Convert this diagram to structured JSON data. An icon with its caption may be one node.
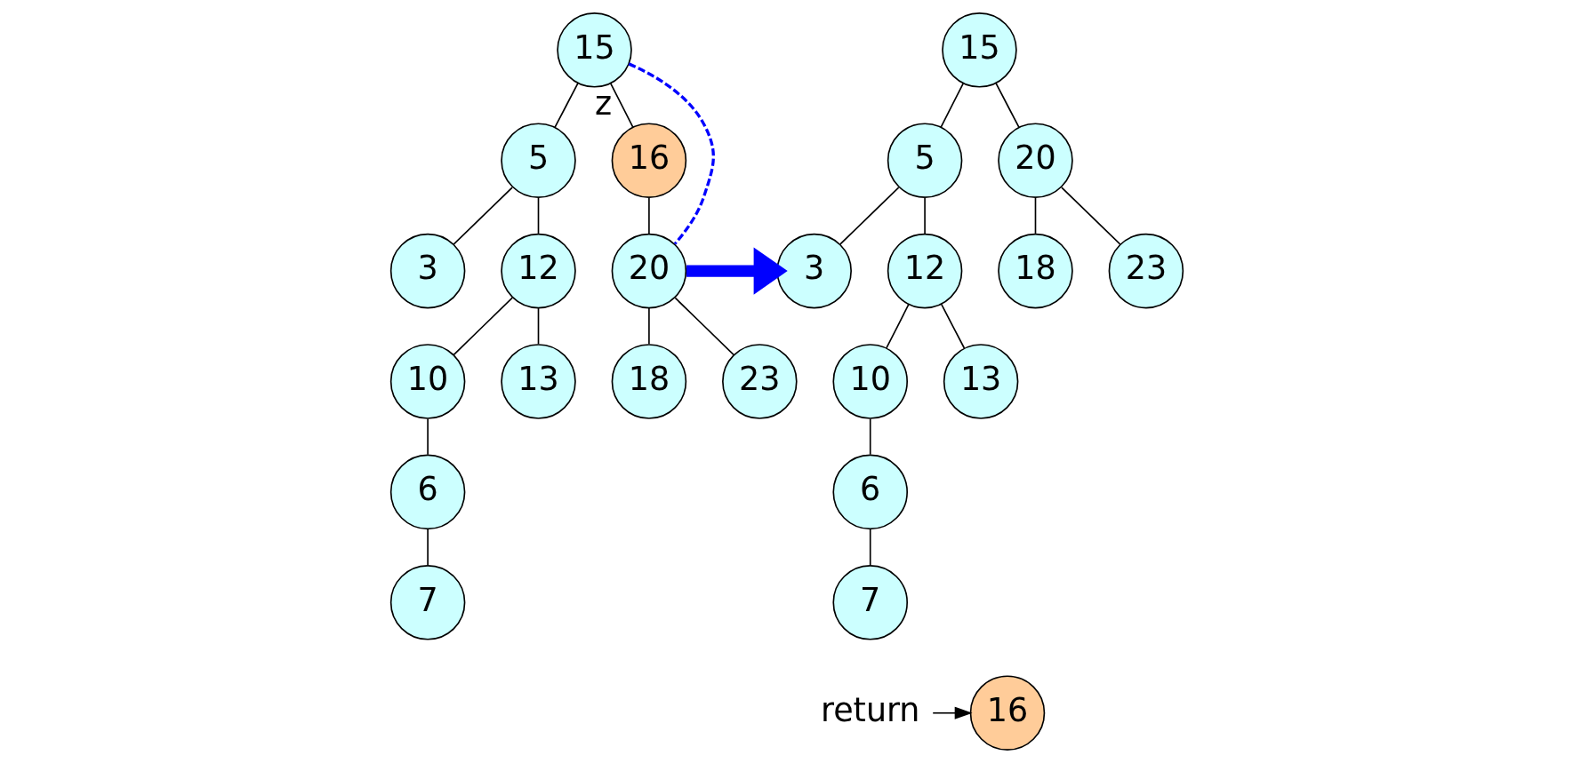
{
  "diagram": {
    "nodes": [
      {
        "text": [
          "15"
        ]
      },
      {
        "text": [
          "5"
        ]
      },
      {
        "text": [
          "16"
        ],
        "beside": [
          "z"
        ]
      },
      {
        "text": [
          "3"
        ]
      },
      {
        "text": [
          "12"
        ]
      },
      {
        "text": [
          "20"
        ]
      },
      {
        "text": [
          "10"
        ]
      },
      {
        "text": [
          "13"
        ]
      },
      {
        "text": [
          "18"
        ]
      },
      {
        "text": [
          "23"
        ]
      },
      {
        "text": [
          "6"
        ]
      },
      {
        "text": [
          "7"
        ]
      },
      {
        "text": [
          "15"
        ]
      },
      {
        "text": [
          "5"
        ]
      },
      {
        "text": [
          "20"
        ]
      },
      {
        "text": [
          "3"
        ]
      },
      {
        "text": [
          "12"
        ]
      },
      {
        "text": [
          "18"
        ]
      },
      {
        "text": [
          "23"
        ]
      },
      {
        "text": [
          "10"
        ]
      },
      {
        "text": [
          "13"
        ]
      },
      {
        "text": [
          "6"
        ]
      },
      {
        "text": [
          "7"
        ]
      },
      {
        "text": [
          "return"
        ]
      },
      {
        "text": [
          "16"
        ]
      }
    ],
    "edges": [
      {
        "from": 0,
        "to": 1,
        "arrow": "none"
      },
      {
        "from": 0,
        "to": 2,
        "arrow": "none"
      },
      {
        "from": 1,
        "to": 3,
        "arrow": "none"
      },
      {
        "from": 1,
        "to": 4,
        "arrow": "none"
      },
      {
        "from": 2,
        "to": 5,
        "arrow": "none"
      },
      {
        "from": 4,
        "to": 6,
        "arrow": "none"
      },
      {
        "from": 4,
        "to": 7,
        "arrow": "none"
      },
      {
        "from": 5,
        "to": 8,
        "arrow": "none"
      },
      {
        "from": 5,
        "to": 9,
        "arrow": "none"
      },
      {
        "from": 6,
        "to": 10,
        "arrow": "none"
      },
      {
        "from": 10,
        "to": 11,
        "arrow": "none"
      },
      {
        "from": 0,
        "to": 5,
        "arrow": "none",
        "style": "dashed",
        "color": "#0000ff"
      },
      {
        "from": 5,
        "to": 15,
        "arrow": "to",
        "style": "thick",
        "color": "#0000ff"
      },
      {
        "from": 12,
        "to": 13,
        "arrow": "none"
      },
      {
        "from": 12,
        "to": 14,
        "arrow": "none"
      },
      {
        "from": 13,
        "to": 15,
        "arrow": "none"
      },
      {
        "from": 13,
        "to": 16,
        "arrow": "none"
      },
      {
        "from": 14,
        "to": 17,
        "arrow": "none"
      },
      {
        "from": 14,
        "to": 18,
        "arrow": "none"
      },
      {
        "from": 16,
        "to": 19,
        "arrow": "none"
      },
      {
        "from": 16,
        "to": 20,
        "arrow": "none"
      },
      {
        "from": 19,
        "to": 21,
        "arrow": "none"
      },
      {
        "from": 21,
        "to": 22,
        "arrow": "none"
      },
      {
        "from": 23,
        "to": 24,
        "arrow": "to"
      }
    ]
  }
}
